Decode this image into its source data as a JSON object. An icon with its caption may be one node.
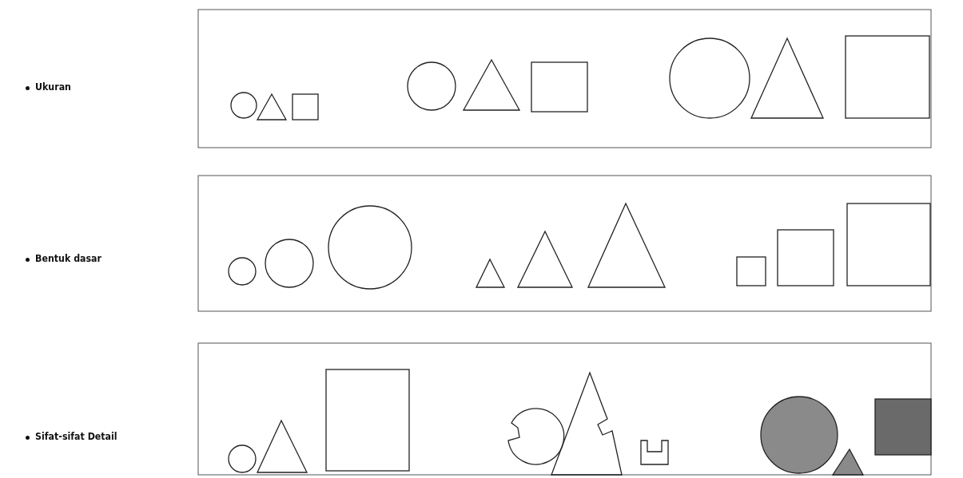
{
  "diagram": {
    "labels": [
      "Ukuran",
      "Bentuk dasar",
      "Sifat-sifat Detail"
    ]
  }
}
